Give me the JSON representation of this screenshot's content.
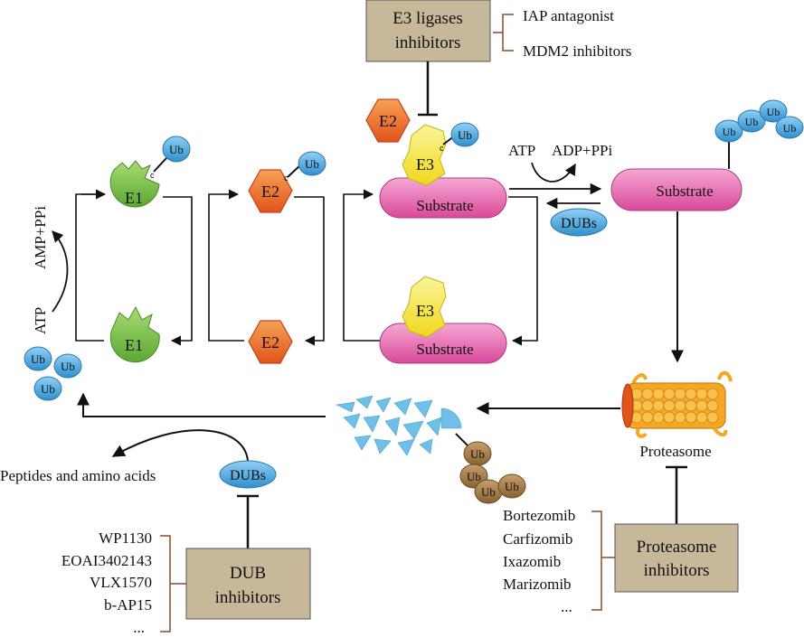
{
  "e3_box": {
    "line1": "E3 ligases",
    "line2": "inhibitors"
  },
  "e3_inhibitor_list": [
    "IAP antagonist",
    "MDM2 inhibitors"
  ],
  "ub": "Ub",
  "enzymes": {
    "e1": "E1",
    "e2": "E2",
    "e3": "E3"
  },
  "substrate": "Substrate",
  "atp": "ATP",
  "amp_ppi": "AMP+PPi",
  "adp_ppi": "ADP+PPi",
  "dubs": "DUBs",
  "proteasome": "Proteasome",
  "peptides": "Peptides and amino acids",
  "dub_box": {
    "line1": "DUB",
    "line2": "inhibitors"
  },
  "dub_inhibitor_list": [
    "WP1130",
    "EOAI3402143",
    "VLX1570",
    "b-AP15",
    "..."
  ],
  "proteasome_box": {
    "line1": "Proteasome",
    "line2": "inhibitors"
  },
  "proteasome_inhibitor_list": [
    "Bortezomib",
    "Carfizomib",
    "Ixazomib",
    "Marizomib",
    "..."
  ],
  "colors": {
    "box_fill": "#c8b89a",
    "substrate_fill": "#e66fb3",
    "e1_fill": "#7cc24a",
    "e2_fill": "#f07a2a",
    "e3_fill": "#f5ea2a",
    "ub_fill": "#4aa8de",
    "brown_ub": "#a0763f",
    "proteasome_fill": "#f5a623"
  }
}
